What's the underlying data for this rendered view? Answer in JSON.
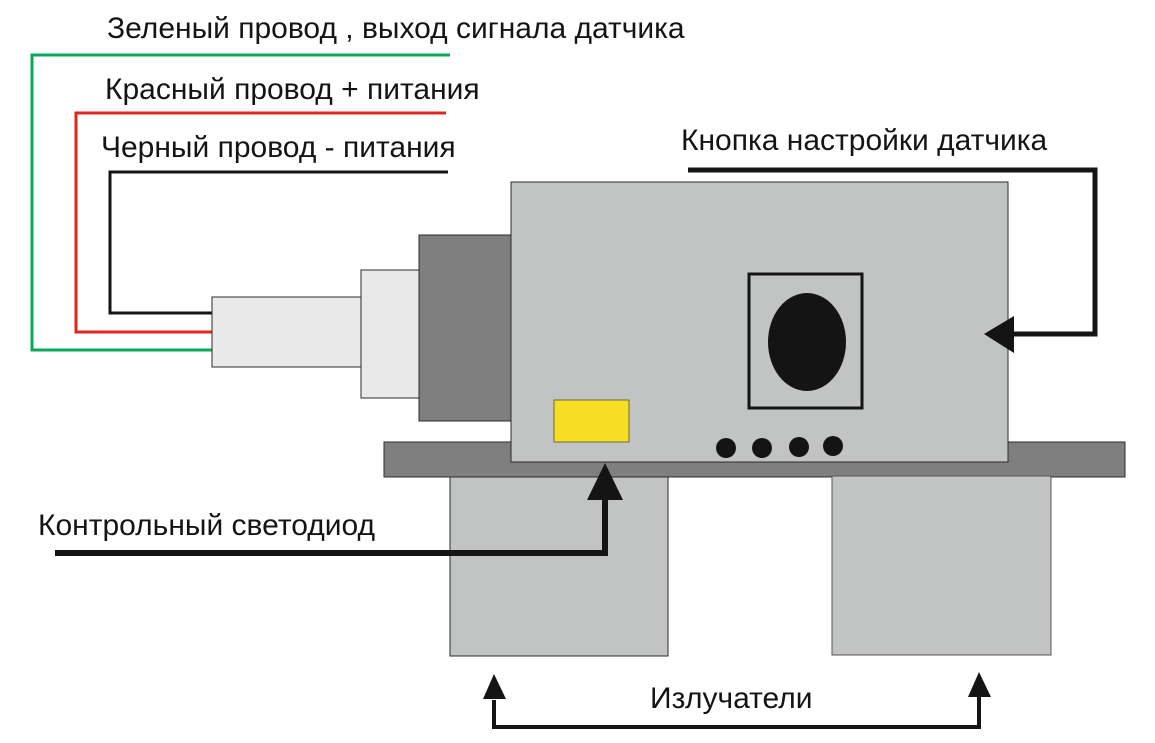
{
  "labels": {
    "green_wire": "Зеленый провод , выход сигнала датчика",
    "red_wire": "Красный провод + питания",
    "black_wire": "Черный провод - питания",
    "setup_button": "Кнопка настройки датчика",
    "control_led": "Контрольный светодиод",
    "emitters": "Излучатели"
  },
  "colors": {
    "green_wire": "#0aa85a",
    "red_wire": "#e0261e",
    "black_wire": "#141414",
    "body": "#c2c4c3",
    "connector_light": "#e8e9e8",
    "connector_dark": "#7f7f7f",
    "shelf": "#7f7f7f",
    "led": "#f8de22",
    "outline": "#2b2b2b"
  }
}
